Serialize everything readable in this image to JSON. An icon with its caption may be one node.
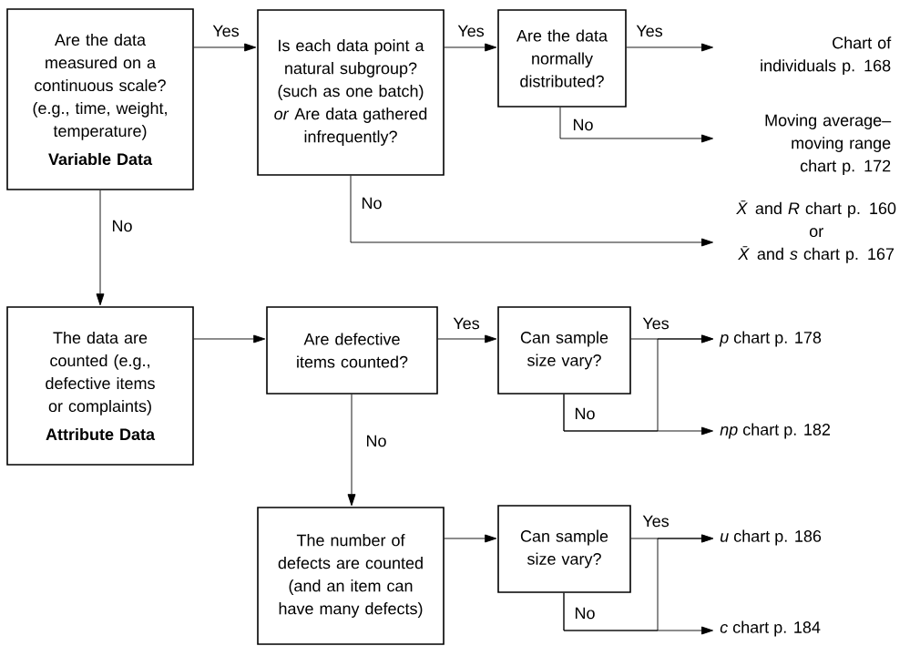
{
  "diagram": {
    "nodes": [
      {
        "text": [
          "Are the data measured on a continuous scale? (e.g., time, weight, temperature)",
          "Variable Data"
        ]
      },
      {
        "text": [
          "Is each data point a natural subgroup? (such as one batch) *or* Are data gathered infrequently?"
        ]
      },
      {
        "text": [
          "Are the data normally distributed?"
        ]
      },
      {
        "text": [
          "Chart of individuals p. 168"
        ]
      },
      {
        "text": [
          "Moving average– moving range chart p. 172"
        ]
      },
      {
        "text": [
          "*X̄* and *R* chart p. 160",
          "or",
          "*X̄* and *s* chart p. 167"
        ]
      },
      {
        "text": [
          "The data are counted (e.g., defective items or complaints)",
          "Attribute Data"
        ]
      },
      {
        "text": [
          "Are defective items counted?"
        ]
      },
      {
        "text": [
          "Can sample size vary?"
        ]
      },
      {
        "text": [
          "*p* chart p. 178"
        ]
      },
      {
        "text": [
          "*np* chart p. 182"
        ]
      },
      {
        "text": [
          "The number of defects are counted (and an item can have many defects)"
        ]
      },
      {
        "text": [
          "Can sample size vary?"
        ]
      },
      {
        "text": [
          "*u* chart p. 186"
        ]
      },
      {
        "text": [
          "*c* chart p. 184"
        ]
      }
    ],
    "edges": [
      {
        "from": 0,
        "to": 1,
        "arrow": "to",
        "label": "Yes"
      },
      {
        "from": 1,
        "to": 2,
        "arrow": "to",
        "label": "Yes"
      },
      {
        "from": 2,
        "to": 3,
        "arrow": "to",
        "label": "Yes"
      },
      {
        "from": 2,
        "to": 4,
        "arrow": "to",
        "label": "No"
      },
      {
        "from": 1,
        "to": 5,
        "arrow": "to",
        "label": "No"
      },
      {
        "from": 0,
        "to": 6,
        "arrow": "to",
        "label": "No"
      },
      {
        "from": 6,
        "to": 7,
        "arrow": "to"
      },
      {
        "from": 7,
        "to": 8,
        "arrow": "to",
        "label": "Yes"
      },
      {
        "from": 8,
        "to": 9,
        "arrow": "to",
        "label": "Yes"
      },
      {
        "from": 8,
        "to": 10,
        "arrow": "to",
        "label": "No"
      },
      {
        "from": 8,
        "to": 9,
        "arrow": "to"
      },
      {
        "from": 7,
        "to": 11,
        "arrow": "to",
        "label": "No"
      },
      {
        "from": 11,
        "to": 12,
        "arrow": "to"
      },
      {
        "from": 12,
        "to": 13,
        "arrow": "to",
        "label": "Yes"
      },
      {
        "from": 12,
        "to": 14,
        "arrow": "to",
        "label": "No"
      },
      {
        "from": 12,
        "to": 13,
        "arrow": "to"
      }
    ]
  }
}
